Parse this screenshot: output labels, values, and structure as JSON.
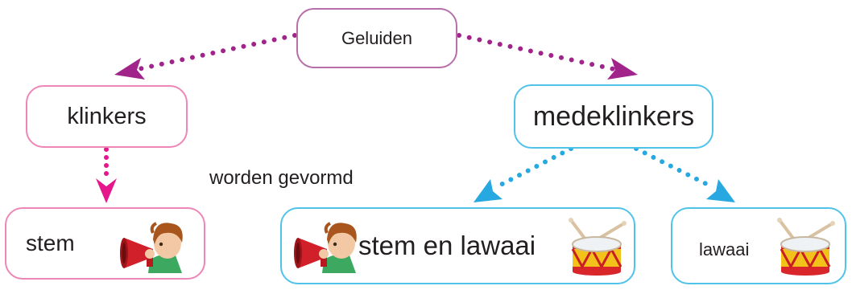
{
  "nodes": {
    "root": "Geluiden",
    "vowels": "klinkers",
    "consonants": "medeklinkers",
    "voice": "stem",
    "voice_and_noise": "stem en lawaai",
    "noise": "lawaai"
  },
  "connector_label": "worden gevormd",
  "icons": [
    "child-megaphone-icon",
    "drum-icon"
  ],
  "colors": {
    "root_border": "#b76fa9",
    "root_arrow": "#a0248a",
    "vowel_border": "#ee86b6",
    "vowel_arrow": "#e6178c",
    "consonant_border": "#4fc3e8",
    "consonant_arrow": "#27a8e0"
  }
}
